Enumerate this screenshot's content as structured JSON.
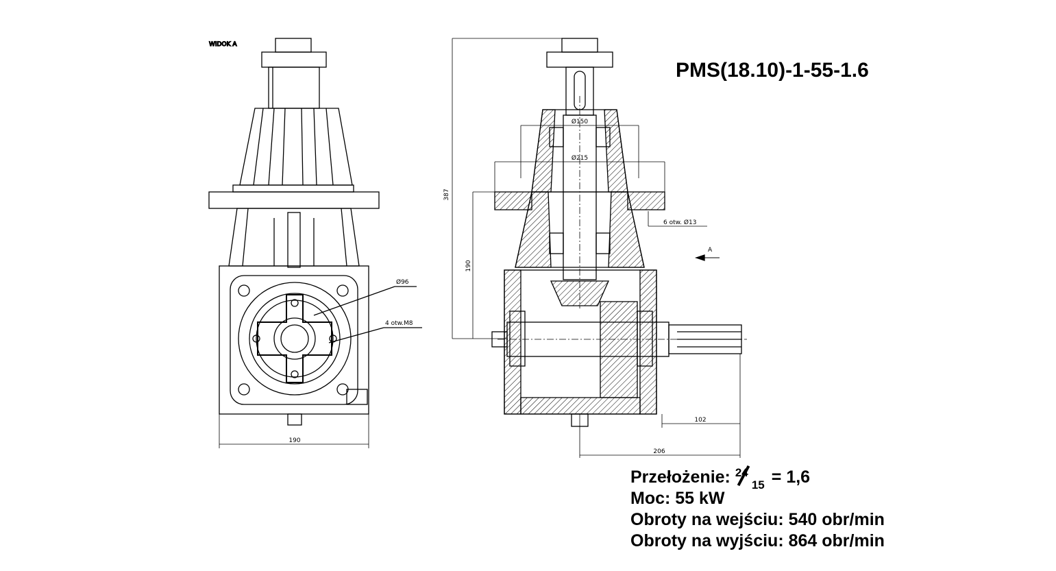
{
  "title": "PMS(18.10)-1-55-1.6",
  "left_view": {
    "label": "WIDOK A",
    "dim_width": "190",
    "dim_flange_dia": "Ø96",
    "dim_holes": "4 otw.M8"
  },
  "section_view": {
    "dim_height_total": "387",
    "dim_height_shaft": "190",
    "dim_bore_small": "Ø150",
    "dim_bore_large": "Ø215",
    "dim_flange_holes": "6 otw. Ø13",
    "view_arrow_label": "A",
    "dim_output_stub": "102",
    "dim_output_total": "206"
  },
  "specs": {
    "ratio_label": "Przełożenie:",
    "ratio_num": "24",
    "ratio_den": "15",
    "ratio_result": "= 1,6",
    "power": "Moc: 55 kW",
    "input_speed": "Obroty na wejściu: 540 obr/min",
    "output_speed": "Obroty na wyjściu: 864 obr/min"
  }
}
